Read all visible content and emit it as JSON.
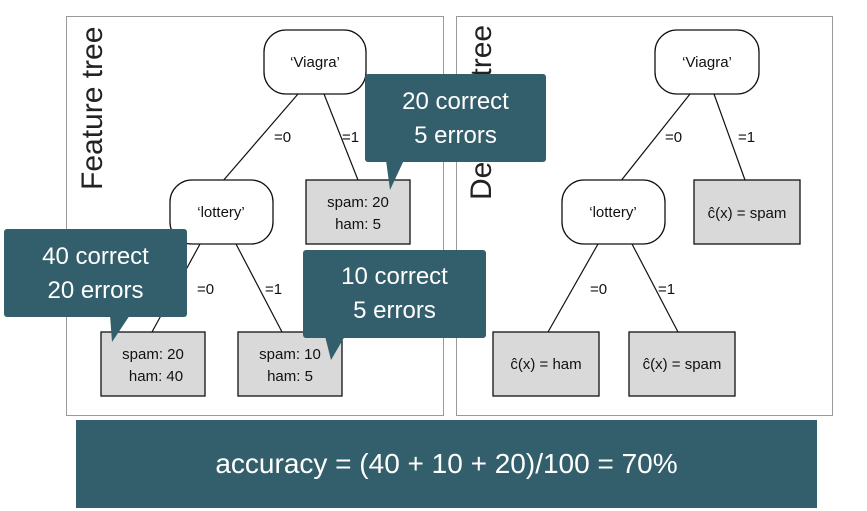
{
  "panels": {
    "left_title": "Feature tree",
    "right_title": "Decision tree"
  },
  "feature_tree": {
    "root_label": "‘Viagra’",
    "lottery_label": "‘lottery’",
    "edges": {
      "root_left": "=0",
      "root_right": "=1",
      "lottery_left": "=0",
      "lottery_right": "=1"
    },
    "leaves": {
      "viagra1": {
        "line1": "spam: 20",
        "line2": "ham: 5"
      },
      "lottery0": {
        "line1": "spam: 20",
        "line2": "ham: 40"
      },
      "lottery1": {
        "line1": "spam: 10",
        "line2": "ham: 5"
      }
    }
  },
  "decision_tree": {
    "root_label": "‘Viagra’",
    "lottery_label": "‘lottery’",
    "edges": {
      "root_left": "=0",
      "root_right": "=1",
      "lottery_left": "=0",
      "lottery_right": "=1"
    },
    "leaves": {
      "viagra1": "ĉ(x) = spam",
      "lottery0": "ĉ(x) = ham",
      "lottery1": "ĉ(x) = spam"
    }
  },
  "callouts": {
    "top": {
      "line1": "20 correct",
      "line2": "5 errors"
    },
    "left": {
      "line1": "40 correct",
      "line2": "20 errors"
    },
    "mid": {
      "line1": "10 correct",
      "line2": "5 errors"
    }
  },
  "accuracy": "accuracy = (40 + 10 + 20)/100 = 70%",
  "colors": {
    "callout_bg": "#335e6b",
    "leaf_fill": "#d9d9d9"
  }
}
